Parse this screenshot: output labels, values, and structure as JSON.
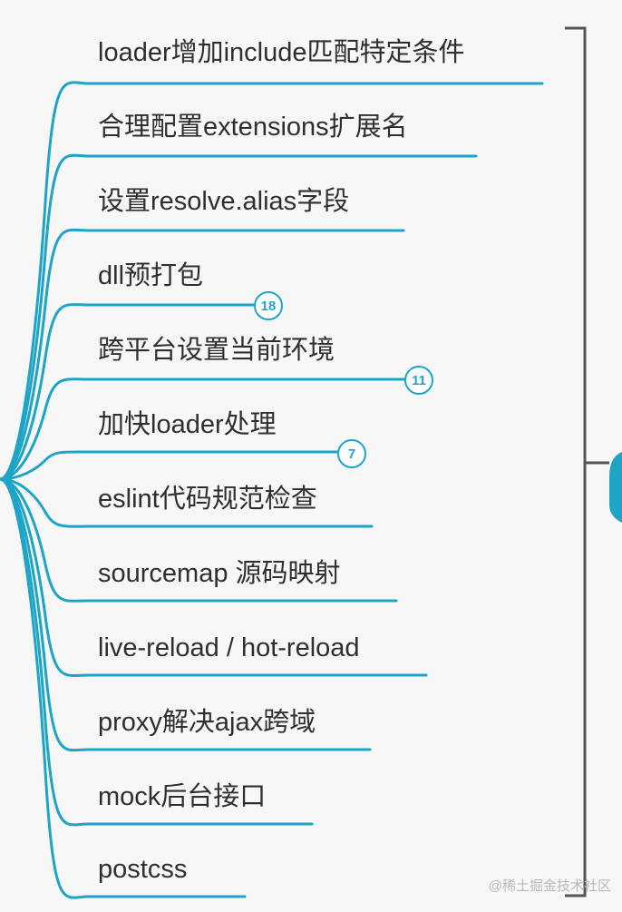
{
  "branches": [
    {
      "label": "loader增加include匹配特定条件"
    },
    {
      "label": "合理配置extensions扩展名"
    },
    {
      "label": "设置resolve.alias字段"
    },
    {
      "label": "dll预打包"
    },
    {
      "label": "跨平台设置当前环境"
    },
    {
      "label": "加快loader处理"
    },
    {
      "label": "eslint代码规范检查"
    },
    {
      "label": "sourcemap 源码映射"
    },
    {
      "label": "live-reload / hot-reload"
    },
    {
      "label": "proxy解决ajax跨域"
    },
    {
      "label": "mock后台接口"
    },
    {
      "label": "postcss"
    }
  ],
  "badges": [
    {
      "value": "18"
    },
    {
      "value": "11"
    },
    {
      "value": "7"
    }
  ],
  "watermark": "@稀土掘金技术社区",
  "colors": {
    "branch_line": "#1ea5c6",
    "bracket": "#555555",
    "text": "#2f2f2f",
    "background": "#f7f7f8"
  }
}
